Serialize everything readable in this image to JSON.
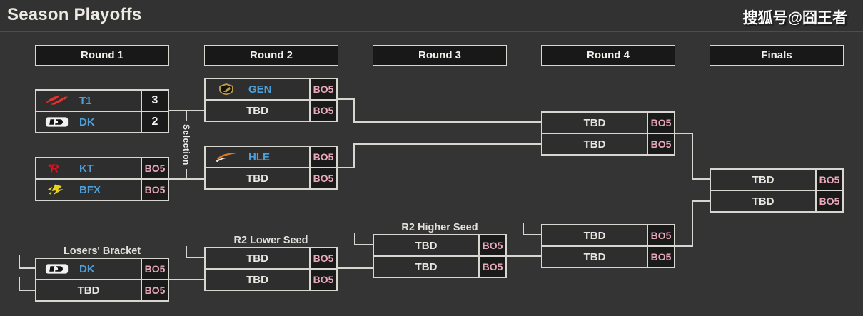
{
  "page": {
    "title": "Season Playoffs",
    "watermark": "搜狐号@囧王者"
  },
  "colors": {
    "background": "#343434",
    "line": "#d8d6d1",
    "header_fill": "#181818",
    "score_cell_fill": "#1a1a1a",
    "team_name": "#4c9fd8",
    "tbd_text": "#e9e7e1",
    "bo5_text": "#e8a8ba",
    "score_text": "#f5f5f5"
  },
  "rounds": [
    "Round 1",
    "Round 2",
    "Round 3",
    "Round 4",
    "Finals"
  ],
  "selection_label": "Selection",
  "labels": {
    "losers_bracket": "Losers' Bracket",
    "r2_lower_seed": "R2 Lower Seed",
    "r2_higher_seed": "R2 Higher Seed"
  },
  "matches": {
    "r1_m1": {
      "rows": [
        {
          "team": "T1",
          "logo": "t1-logo",
          "score": "3"
        },
        {
          "team": "DK",
          "logo": "dk-logo",
          "score": "2"
        }
      ]
    },
    "r1_m2": {
      "rows": [
        {
          "team": "KT",
          "logo": "kt-logo",
          "score": "BO5"
        },
        {
          "team": "BFX",
          "logo": "bfx-logo",
          "score": "BO5"
        }
      ]
    },
    "r2_m1": {
      "rows": [
        {
          "team": "GEN",
          "logo": "gen-logo",
          "score": "BO5"
        },
        {
          "team": "TBD",
          "logo": "",
          "score": "BO5"
        }
      ]
    },
    "r2_m2": {
      "rows": [
        {
          "team": "HLE",
          "logo": "hle-logo",
          "score": "BO5"
        },
        {
          "team": "TBD",
          "logo": "",
          "score": "BO5"
        }
      ]
    },
    "r4_upper": {
      "rows": [
        {
          "team": "TBD",
          "logo": "",
          "score": "BO5"
        },
        {
          "team": "TBD",
          "logo": "",
          "score": "BO5"
        }
      ]
    },
    "finals": {
      "rows": [
        {
          "team": "TBD",
          "logo": "",
          "score": "BO5"
        },
        {
          "team": "TBD",
          "logo": "",
          "score": "BO5"
        }
      ]
    },
    "lb_r1": {
      "rows": [
        {
          "team": "DK",
          "logo": "dk-logo",
          "score": "BO5"
        },
        {
          "team": "TBD",
          "logo": "",
          "score": "BO5"
        }
      ]
    },
    "lb_r2_lower": {
      "rows": [
        {
          "team": "TBD",
          "logo": "",
          "score": "BO5"
        },
        {
          "team": "TBD",
          "logo": "",
          "score": "BO5"
        }
      ]
    },
    "lb_r2_higher": {
      "rows": [
        {
          "team": "TBD",
          "logo": "",
          "score": "BO5"
        },
        {
          "team": "TBD",
          "logo": "",
          "score": "BO5"
        }
      ]
    },
    "r4_lower": {
      "rows": [
        {
          "team": "TBD",
          "logo": "",
          "score": "BO5"
        },
        {
          "team": "TBD",
          "logo": "",
          "score": "BO5"
        }
      ]
    }
  }
}
